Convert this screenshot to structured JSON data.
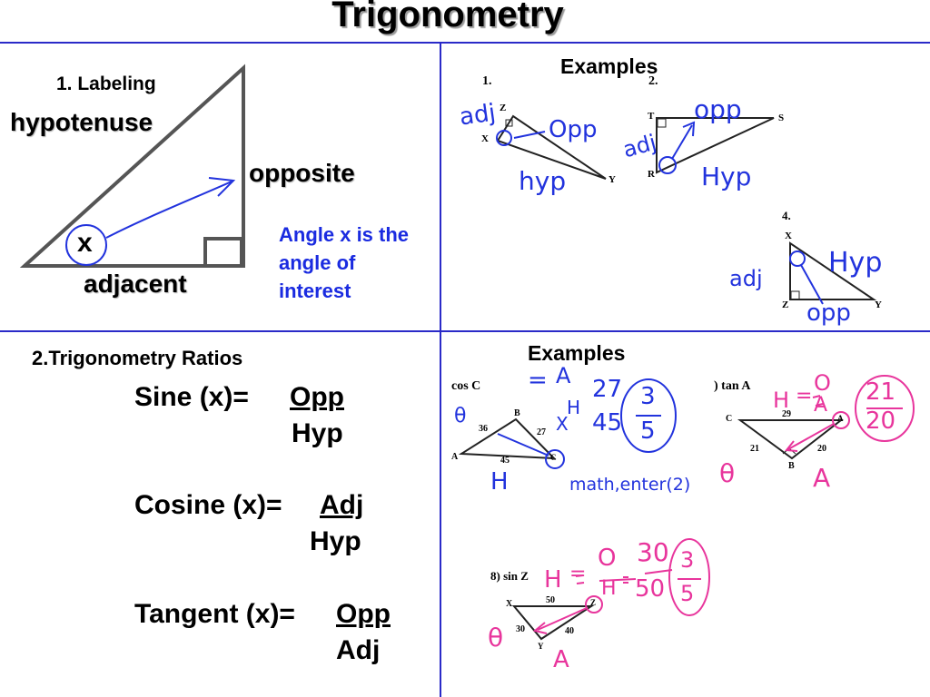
{
  "title": "Trigonometry",
  "labeling": {
    "heading": "1. Labeling",
    "hypotenuse": "hypotenuse",
    "opposite": "opposite",
    "adjacent": "adjacent",
    "angle": "x",
    "note": [
      "Angle x is the",
      "angle of",
      "interest"
    ]
  },
  "examples_top": {
    "heading": "Examples",
    "ex1": {
      "number": "1.",
      "vertices": [
        "Z",
        "X",
        "Y"
      ],
      "notes": [
        "adj",
        "Opp",
        "hyp"
      ]
    },
    "ex2": {
      "number": "2.",
      "vertices": [
        "T",
        "S",
        "R"
      ],
      "notes": [
        "opp",
        "adj",
        "Hyp"
      ]
    },
    "ex4": {
      "number": "4.",
      "vertices": [
        "X",
        "Z",
        "Y"
      ],
      "notes": [
        "Hyp",
        "adj",
        "opp"
      ]
    }
  },
  "ratios": {
    "heading": "2.Trigonometry Ratios",
    "sine": {
      "label": "Sine  (x)=",
      "num": "Opp",
      "den": "Hyp"
    },
    "cosine": {
      "label": "Cosine (x)=",
      "num": "Adj",
      "den": "Hyp"
    },
    "tangent": {
      "label": "Tangent (x)=",
      "num": "Opp",
      "den": "Adj"
    }
  },
  "examples_bottom": {
    "heading": "Examples",
    "cosC": {
      "prompt": "cos C",
      "sides": [
        "36",
        "27",
        "45"
      ],
      "vertices": [
        "B",
        "A",
        "C"
      ],
      "notes": [
        "=",
        "A",
        "H",
        "27",
        "45",
        "3",
        "5",
        "θ",
        "H",
        "math,enter(2)",
        "X"
      ]
    },
    "tanA": {
      "prompt": ") tan A",
      "sides": [
        "29",
        "21",
        "20"
      ],
      "vertices": [
        "C",
        "A",
        "B"
      ],
      "notes": [
        "H",
        "=",
        "O",
        "A",
        "21",
        "20",
        "θ",
        "A"
      ]
    },
    "sinZ": {
      "prompt": "8)  sin Z",
      "sides": [
        "50",
        "30",
        "40"
      ],
      "vertices": [
        "X",
        "Z",
        "Y"
      ],
      "notes": [
        "H",
        "=",
        "O",
        "H",
        "30",
        "50",
        "3",
        "5",
        "θ",
        "A"
      ]
    }
  }
}
